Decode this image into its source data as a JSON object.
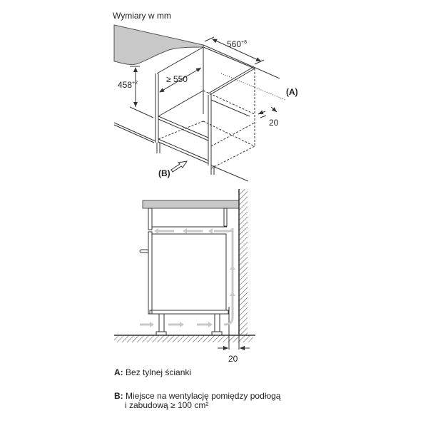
{
  "title": "Wymiary w mm",
  "dimensions": {
    "width": "560",
    "width_tol": "+8",
    "depth": "≥ 550",
    "height": "458",
    "height_tol": "+2",
    "gap_top": "20",
    "gap_bottom": "20"
  },
  "callouts": {
    "a": "(A)",
    "b": "(B)"
  },
  "legend": [
    {
      "key": "A:",
      "text": "Bez tylnej ścianki"
    },
    {
      "key": "B:",
      "text": "Miejsce na wentylację pomiędzy podłogą",
      "text2": "i zabudową ≥ 100 cm²"
    }
  ],
  "colors": {
    "line": "#333333",
    "counter": "#c8c8c8",
    "airflow": "#c8c8c8"
  }
}
